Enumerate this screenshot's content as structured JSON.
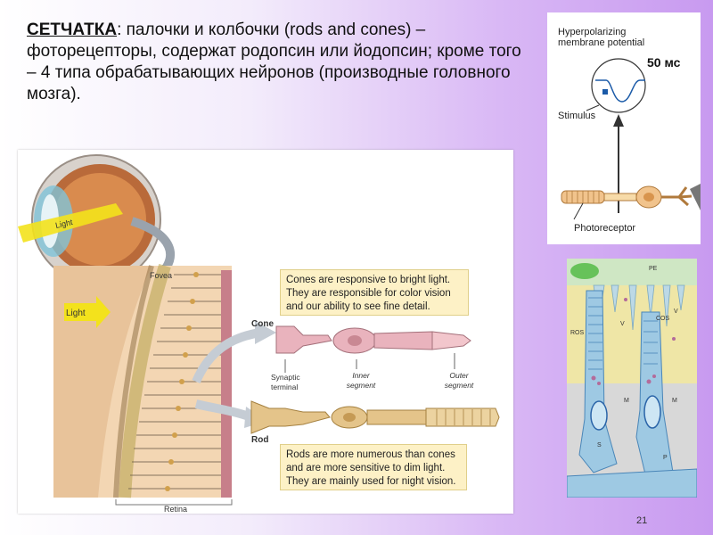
{
  "slide": {
    "title": "СЕТЧАТКА",
    "body": ": палочки и колбочки (rods and cones) – фоторецепторы, содержат родопсин или йодопсин; кроме того – 4 типа обрабатывающих нейронов (производные головного мозга).",
    "page_number": "21"
  },
  "main_figure": {
    "eye_light_label": "Light",
    "light_arrow_label": "Light",
    "fovea_label": "Fovea",
    "retina_label": "Retina",
    "cone_label": "Cone",
    "rod_label": "Rod",
    "synaptic_terminal_label": "Synaptic terminal",
    "inner_segment_label": "Inner segment",
    "outer_segment_label": "Outer segment",
    "cones_note": "Cones are responsive to bright light. They are responsible for color vision and our ability to see fine detail.",
    "rods_note": "Rods are more numerous than cones and are more sensitive to dim light. They are mainly used for night vision."
  },
  "potential_figure": {
    "hyperpolarizing_label": "Hyperpolarizing membrane potential",
    "stimulus_label": "Stimulus",
    "photoreceptor_label": "Photoreceptor",
    "time_label": "50 мс"
  },
  "micrograph": {
    "pe_label": "PE",
    "ros_label": "ROS",
    "cos_label": "COS",
    "v_label_left": "V",
    "v_label_right": "V",
    "m_label_left": "M",
    "m_label_right": "M",
    "s_label": "S",
    "p_label": "P"
  },
  "colors": {
    "callout_bg": "#fdf1c6",
    "arrow_yellow": "#f3e21c",
    "cone_pink": "#e9b3bd",
    "rod_tan": "#e4c48a",
    "background_purple": "#c89af0"
  }
}
